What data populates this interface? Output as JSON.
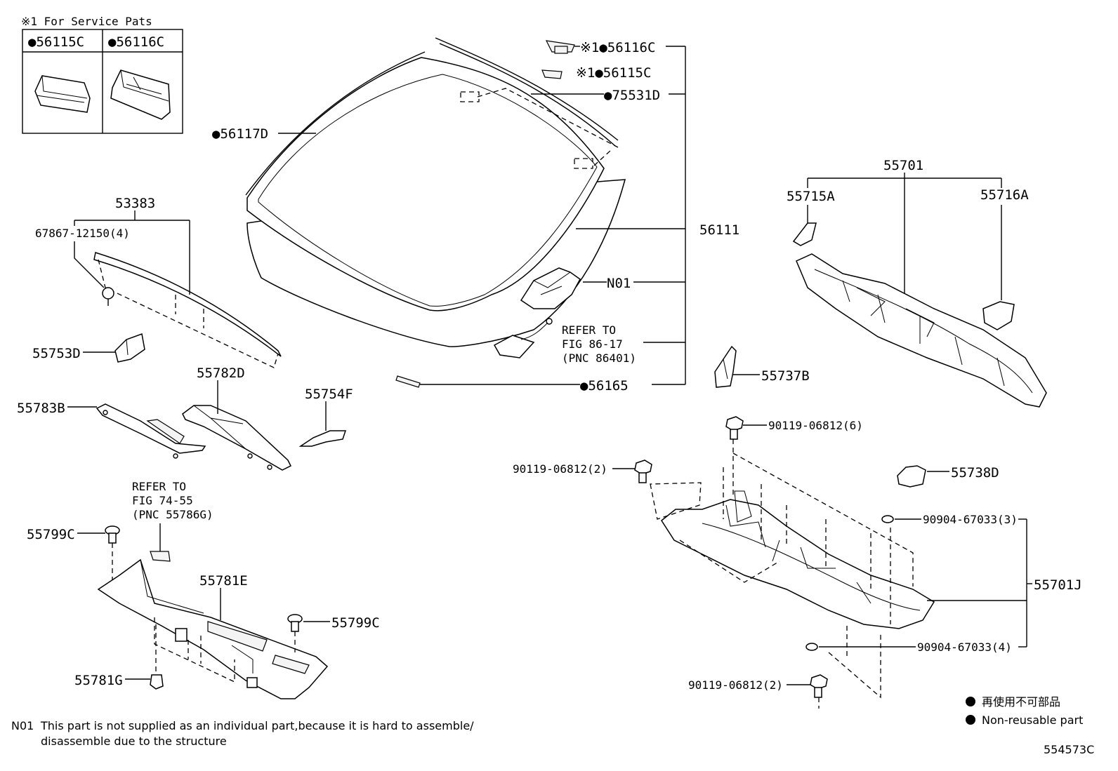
{
  "service_box": {
    "heading": "※1 For Service Pats",
    "col1": "●56115C",
    "col2": "●56116C"
  },
  "labels": {
    "p56116c": "※1●56116C",
    "p56115c": "※1●56115C",
    "p75531d": "●75531D",
    "p56117d": "●56117D",
    "p56111": "56111",
    "n01": "N01",
    "refer86_1": "REFER TO",
    "refer86_2": "FIG 86-17",
    "refer86_3": "(PNC 86401)",
    "p56165": "●56165",
    "p53383": "53383",
    "p67867": "67867-12150(4)",
    "p55753d": "55753D",
    "p55782d": "55782D",
    "p55754f": "55754F",
    "p55783b": "55783B",
    "refer74_1": "REFER TO",
    "refer74_2": "FIG 74-55",
    "refer74_3": "(PNC 55786G)",
    "p55799c_a": "55799C",
    "p55781e": "55781E",
    "p55799c_b": "55799C",
    "p55781g": "55781G",
    "p55701": "55701",
    "p55715a": "55715A",
    "p55716a": "55716A",
    "p55737b": "55737B",
    "p90119_6": "90119-06812(6)",
    "p90119_2a": "90119-06812(2)",
    "p55738d": "55738D",
    "p90904_3": "90904-67033(3)",
    "p55701j": "55701J",
    "p90904_4": "90904-67033(4)",
    "p90119_2b": "90119-06812(2)"
  },
  "legend": {
    "line1": "再使用不可部品",
    "line2": "Non-reusable part"
  },
  "footnote": {
    "code": "N01",
    "line1": "This part is not supplied as an individual part,because it is hard to assemble/",
    "line2": "disassemble due to the structure"
  },
  "figure_id": "554573C"
}
